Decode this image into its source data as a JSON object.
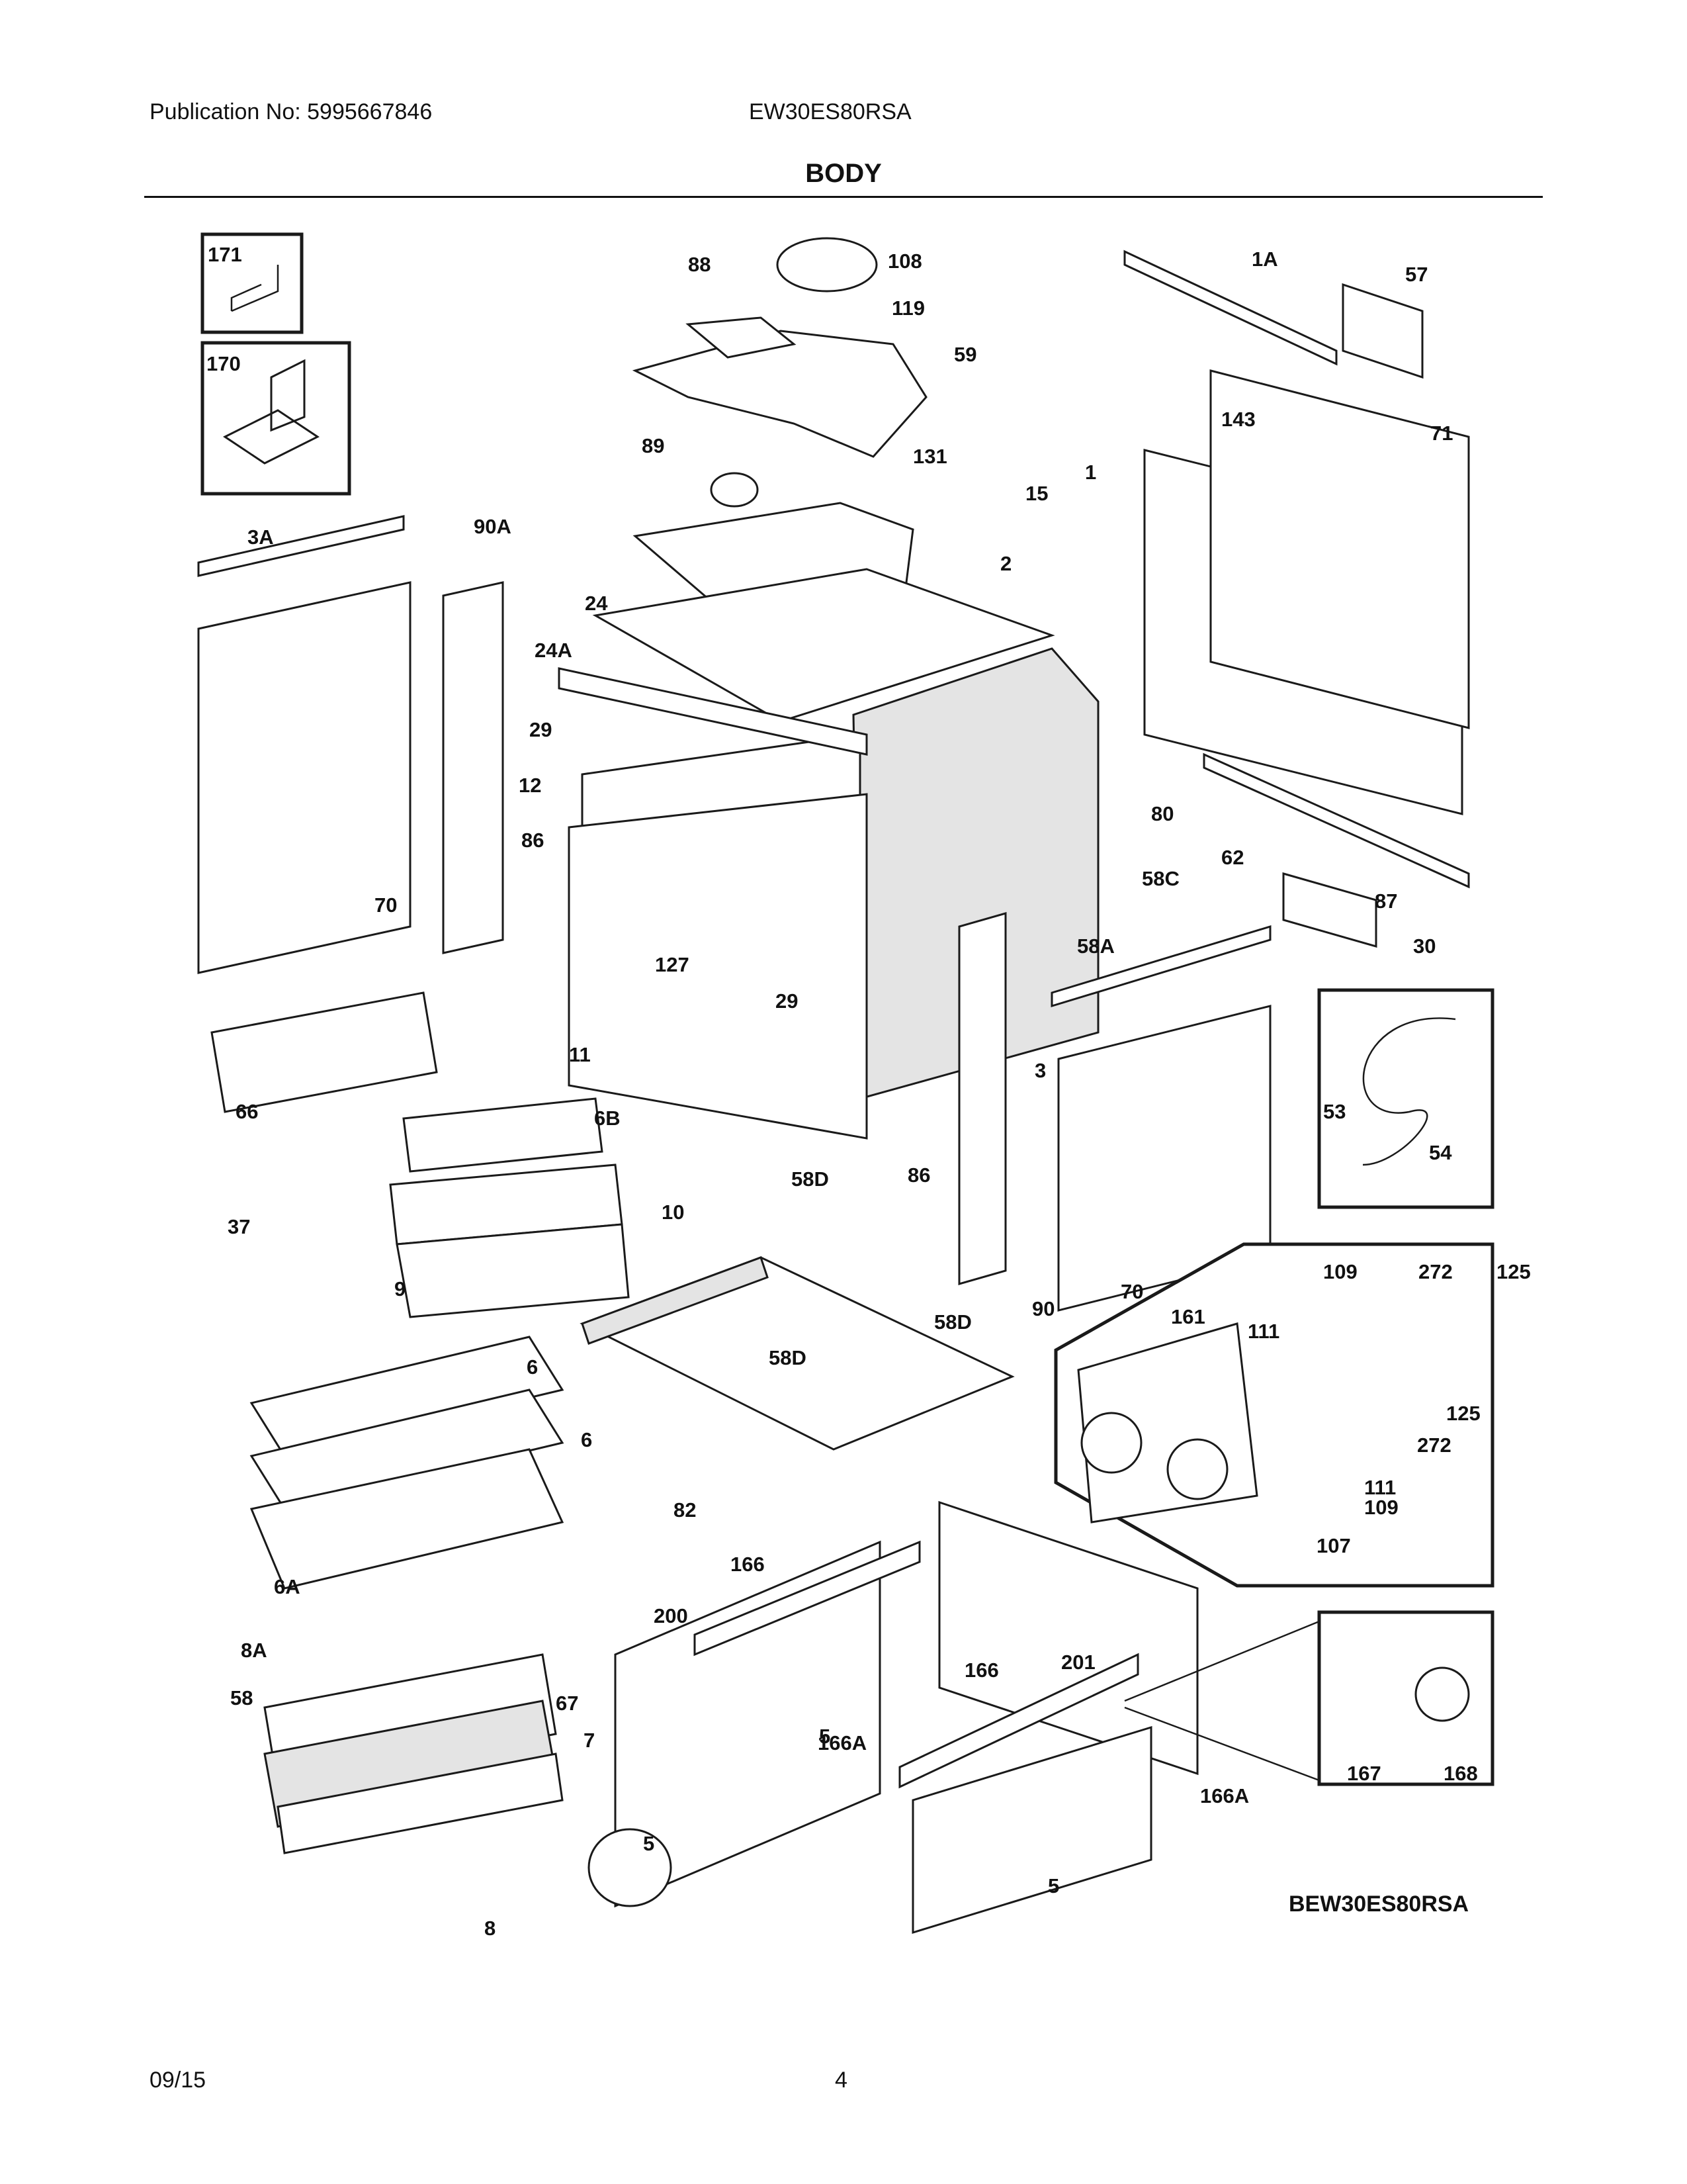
{
  "header": {
    "publication": "Publication No: 5995667846",
    "model": "EW30ES80RSA",
    "section_title": "BODY"
  },
  "diagram": {
    "reference_code": "BEW30ES80RSA",
    "callouts": [
      "171",
      "170",
      "88",
      "108",
      "119",
      "59",
      "1A",
      "57",
      "89",
      "131",
      "15",
      "143",
      "71",
      "1",
      "3A",
      "90A",
      "2",
      "24",
      "24A",
      "29",
      "12",
      "86",
      "70",
      "80",
      "62",
      "87",
      "58C",
      "30",
      "58A",
      "127",
      "29",
      "11",
      "3",
      "66",
      "6B",
      "10",
      "86",
      "53",
      "54",
      "37",
      "9",
      "58D",
      "90",
      "70",
      "109",
      "272",
      "125",
      "161",
      "111",
      "58D",
      "58D",
      "6",
      "6",
      "125",
      "272",
      "82",
      "111",
      "109",
      "107",
      "6A",
      "166",
      "201",
      "200",
      "8A",
      "166",
      "58",
      "67",
      "5",
      "166A",
      "7",
      "167",
      "168",
      "166A",
      "5",
      "5",
      "8"
    ]
  },
  "footer": {
    "date": "09/15",
    "page": "4"
  }
}
